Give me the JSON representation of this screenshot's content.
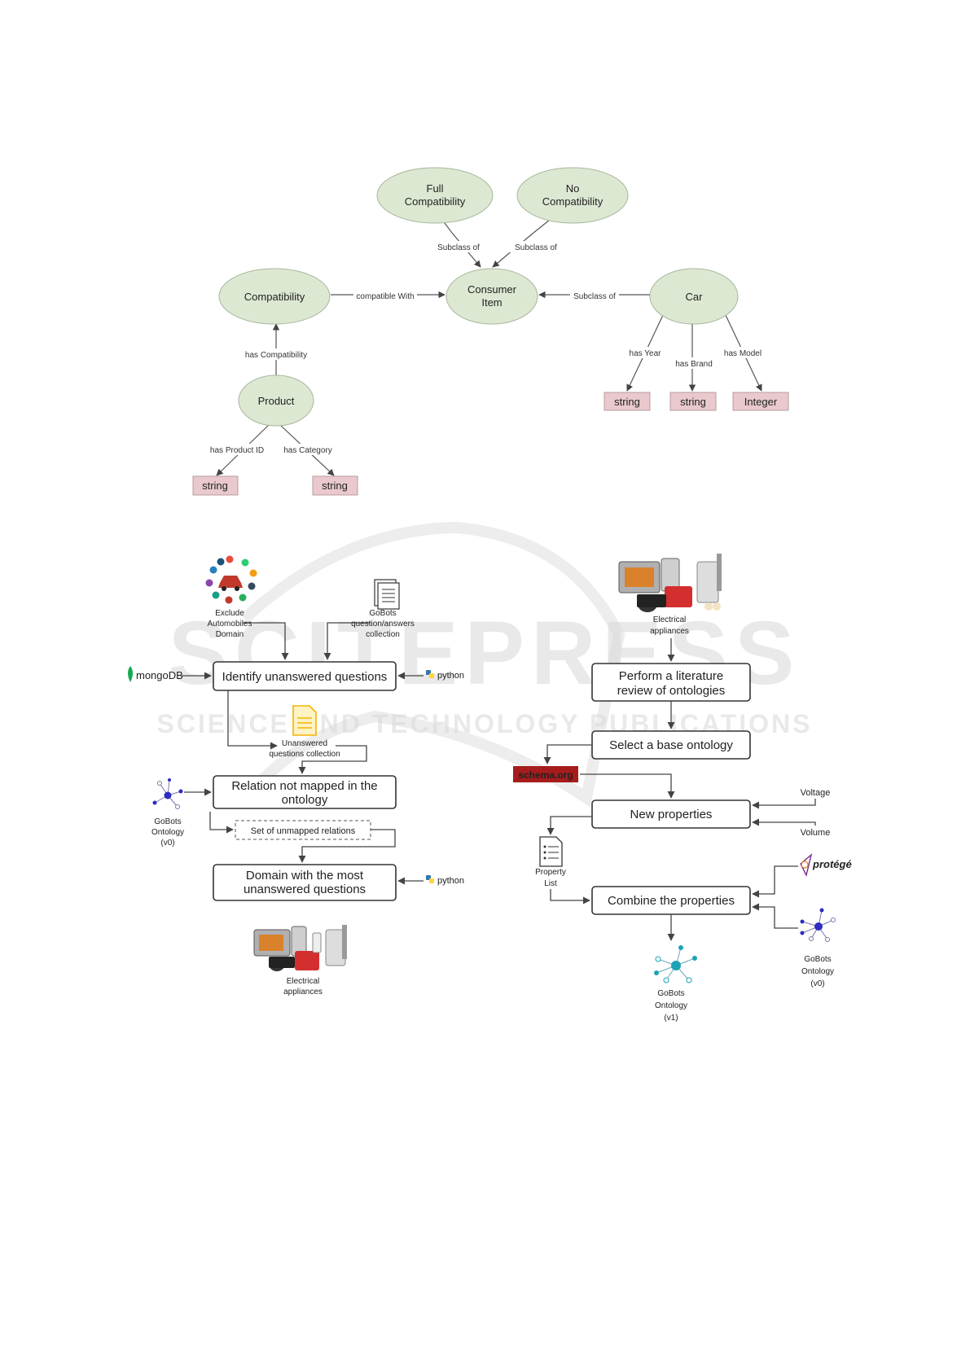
{
  "watermark": {
    "title": "SCITEPRESS",
    "subtitle": "SCIENCE AND TECHNOLOGY PUBLICATIONS"
  },
  "ontology": {
    "nodes": {
      "full_compat": [
        "Full",
        "Compatibility"
      ],
      "no_compat": [
        "No",
        "Compatibility"
      ],
      "compatibility": "Compatibility",
      "consumer_item": [
        "Consumer",
        "Item"
      ],
      "car": "Car",
      "product": "Product"
    },
    "edges": {
      "subclass_left": "Subclass of",
      "subclass_right": "Subclass of",
      "compatible_with": "compatible With",
      "subclass_car": "Subclass of",
      "has_compatibility": "has Compatibility",
      "has_year": "has Year",
      "has_brand": "has Brand",
      "has_model": "has Model",
      "has_product_id": "has Product ID",
      "has_category": "has Category"
    },
    "literals": {
      "year": "string",
      "brand": "string",
      "model": "Integer",
      "product_id": "string",
      "category": "string"
    }
  },
  "left_flow": {
    "exclude_label": [
      "Exclude",
      "Automobiles",
      "Domain"
    ],
    "gobots_collection": [
      "GoBots",
      "question/answers",
      "collection"
    ],
    "mongodb": "mongoDB",
    "python_1": "python",
    "step_identify": "Identify unanswered questions",
    "unanswered_collection": [
      "Unanswered",
      "questions collection"
    ],
    "gobots_v0": [
      "GoBots",
      "Ontology",
      "(v0)"
    ],
    "step_relation": [
      "Relation not mapped in the",
      "ontology"
    ],
    "unmapped_set": "Set of unmapped relations",
    "step_domain": [
      "Domain with the most",
      "unanswered questions"
    ],
    "python_2": "python",
    "appliances": [
      "Electrical",
      "appliances"
    ]
  },
  "right_flow": {
    "appliances": [
      "Electrical",
      "appliances"
    ],
    "step_review": [
      "Perform a literature",
      "review of ontologies"
    ],
    "step_base": "Select a base ontology",
    "schema": "schema.org",
    "step_new": "New properties",
    "voltage": "Voltage",
    "volume": "Volume",
    "property_list": [
      "Property",
      "List"
    ],
    "step_combine": "Combine the properties",
    "protege": "protégé",
    "gobots_v0": [
      "GoBots",
      "Ontology",
      "(v0)"
    ],
    "gobots_v1": [
      "GoBots",
      "Ontology",
      "(v1)"
    ]
  },
  "colors": {
    "class_fill": "#dde8d3",
    "literal_fill": "#e9c9cd",
    "schema_red": "#a61c1c",
    "mongo_green": "#13aa52",
    "python_blue": "#3776ab",
    "python_yellow": "#ffd43b",
    "doc_yellow": "#f5b400",
    "protege_purple": "#7a2b8f",
    "ontology_blue": "#2d2dbf",
    "ontology_teal": "#1aa3b5"
  }
}
